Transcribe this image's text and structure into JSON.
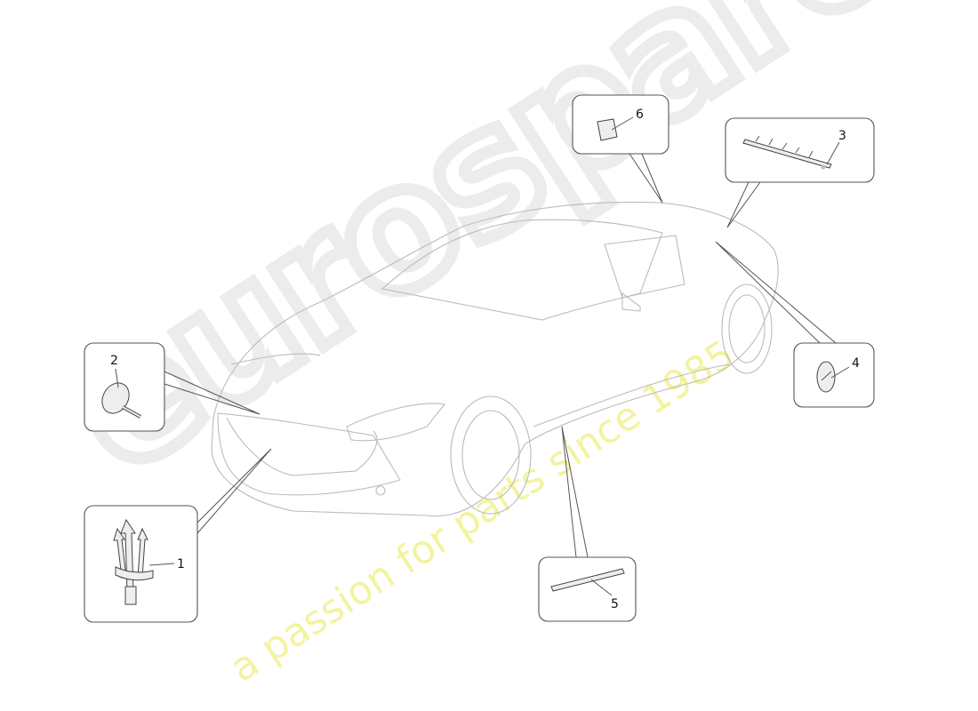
{
  "watermark": {
    "logo": "eurospares",
    "tagline": "a passion for parts since 1985"
  },
  "callouts": [
    {
      "number": "1",
      "part": "trident-badge"
    },
    {
      "number": "2",
      "part": "round-emblem-pin"
    },
    {
      "number": "3",
      "part": "lettering-badge"
    },
    {
      "number": "4",
      "part": "oval-emblem"
    },
    {
      "number": "5",
      "part": "side-lettering"
    },
    {
      "number": "6",
      "part": "clip"
    }
  ]
}
